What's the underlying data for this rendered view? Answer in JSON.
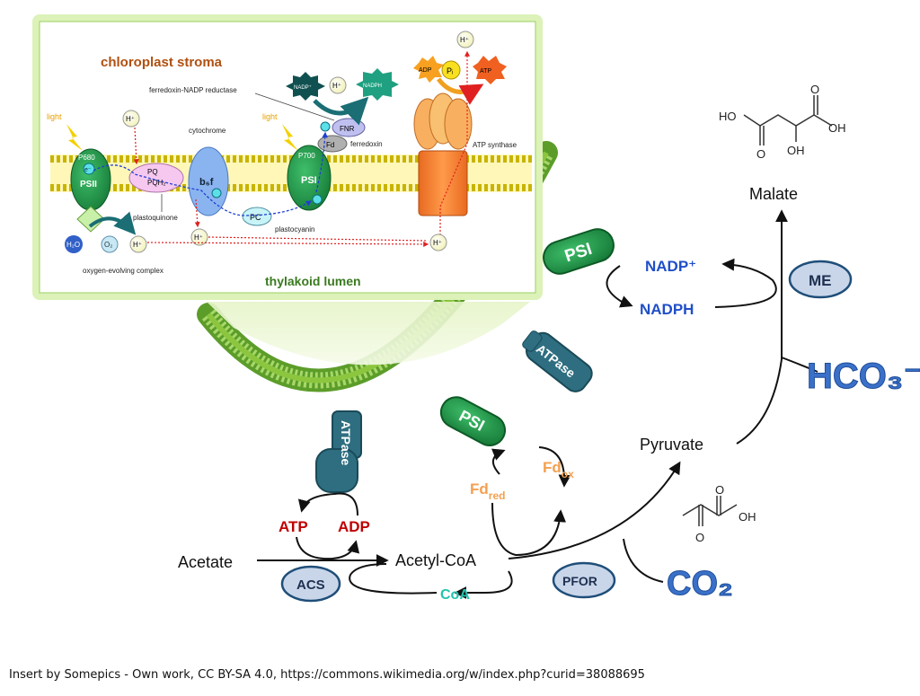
{
  "colors": {
    "membrane": "#8cc63f",
    "membrane_dark": "#4f8a1f",
    "psi_fill": "#1f8f45",
    "atpase_fill": "#2e6e80",
    "enzyme_fill": "#c9d6ea",
    "enzyme_stroke": "#1f4e79",
    "nadp_text": "#1f4fc8",
    "atp_text": "#c00000",
    "fd_text": "#f4a050",
    "coa_text": "#22c3b0",
    "co2_text": "#3a70c8",
    "inset_glow": "#d9f0b0"
  },
  "inset": {
    "stroma_label": "chloroplast stroma",
    "lumen_label": "thylakoid lumen",
    "light_left": "light",
    "light_right": "light",
    "p680": "P680",
    "psii": "PSII",
    "psi": "PSI",
    "p700": "P700",
    "e_minus": "e⁻",
    "pq": "PQ",
    "pqh2": "PQH₂",
    "plastoquinone": "plastoquinone",
    "cytochrome": "cytochrome",
    "b6f": "b₆f",
    "pc": "PC",
    "plastocyanin": "plastocyanin",
    "fd": "Fd",
    "ferredoxin": "ferredoxin",
    "fnr": "FNR",
    "fnr_full": "ferredoxin-NADP reductase",
    "nadp": "NADP⁺",
    "nadph": "NADPH",
    "h_plus": "H⁺",
    "adp": "ADP",
    "pi": "Pᵢ",
    "atp": "ATP",
    "atp_synthase": "ATP synthase",
    "h2o": "H₂O",
    "o2": "O₂",
    "oec": "oxygen-evolving complex"
  },
  "main": {
    "psi_label": "PSI",
    "atpase_label": "ATPase",
    "nadp_plus": "NADP⁺",
    "nadph": "NADPH",
    "me": "ME",
    "malate": "Malate",
    "hco3": "HCO₃⁻",
    "pyruvate": "Pyruvate",
    "fd_red": "Fd",
    "fd_red_sub": "red",
    "fd_ox": "Fd",
    "fd_ox_sub": "ox",
    "atp": "ATP",
    "adp": "ADP",
    "acetate": "Acetate",
    "acetyl_coa": "Acetyl-CoA",
    "coa": "CoA",
    "acs": "ACS",
    "pfor": "PFOR",
    "co2": "CO₂"
  },
  "molecules": {
    "malate_ho_left": "HO",
    "malate_o_left": "O",
    "malate_o_top": "O",
    "malate_oh_right": "OH",
    "malate_oh_bottom": "OH",
    "pyruvate_o_bottom": "O",
    "pyruvate_o_top": "O",
    "pyruvate_oh": "OH"
  },
  "credit": "Insert by Somepics - Own work, CC BY-SA 4.0, https://commons.wikimedia.org/w/index.php?curid=38088695"
}
